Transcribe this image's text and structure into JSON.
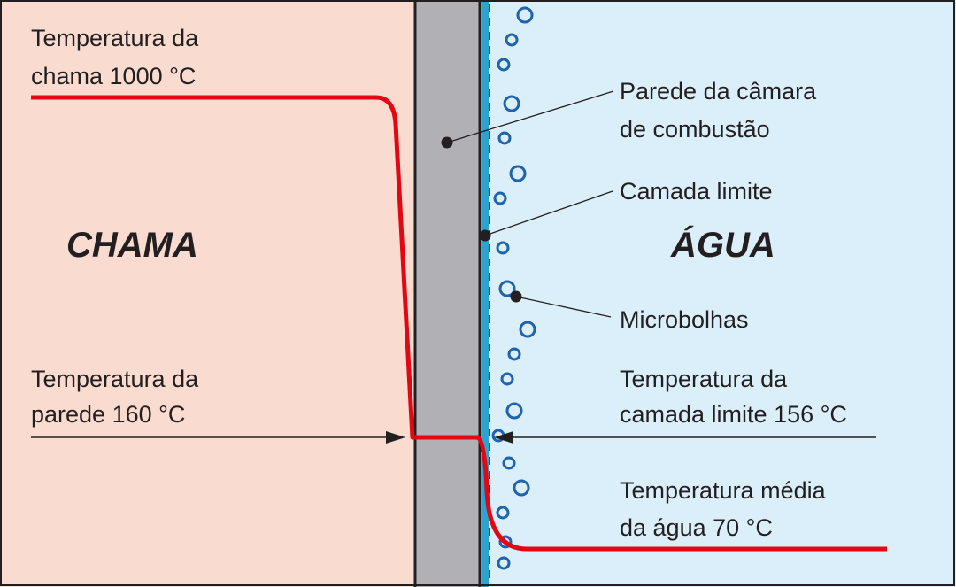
{
  "regions": {
    "flame": {
      "title": "CHAMA",
      "color": "#f9dbcf"
    },
    "water": {
      "title": "ÁGUA",
      "color": "#dbeffa"
    },
    "wall_color": "#b1b0b5",
    "boundary_color": "#2ea3cf"
  },
  "labels": {
    "flame_temp": {
      "line1": "Temperatura da",
      "line2": "chama 1000 °C"
    },
    "wall_temp": {
      "line1": "Temperatura da",
      "line2": "parede 160 °C"
    },
    "chamber_wall": {
      "line1": "Parede da câmara",
      "line2": "de combustão"
    },
    "boundary_layer": {
      "line1": "Camada limite"
    },
    "microbubbles": {
      "line1": "Microbolhas"
    },
    "boundary_temp": {
      "line1": "Temperatura da",
      "line2": "camada limite 156 °C"
    },
    "water_temp": {
      "line1": "Temperatura média",
      "line2": "da água 70 °C"
    }
  },
  "temperature_profile": {
    "color": "#e30613"
  },
  "bubble_color": "#1f63ad"
}
